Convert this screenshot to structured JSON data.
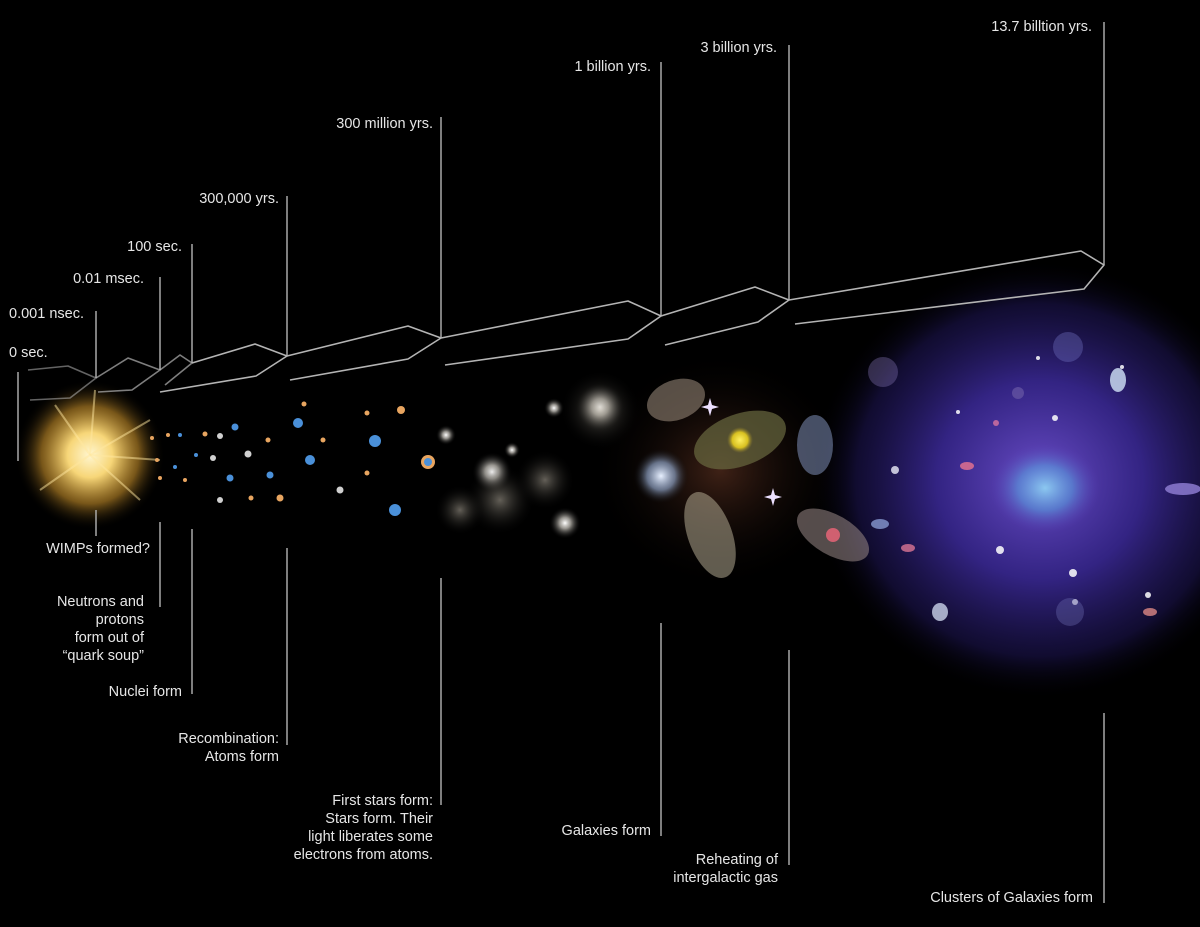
{
  "diagram": {
    "type": "timeline",
    "subject": "History of the Universe",
    "background_color": "#000000",
    "line_color": "#b4b4b4",
    "text_color": "#e6e6e6"
  },
  "time_markers": [
    {
      "id": "t0",
      "label": "0 sec."
    },
    {
      "id": "t1",
      "label": "0.001 nsec."
    },
    {
      "id": "t2",
      "label": "0.01 msec."
    },
    {
      "id": "t3",
      "label": "100 sec."
    },
    {
      "id": "t4",
      "label": "300,000 yrs."
    },
    {
      "id": "t5",
      "label": "300 million yrs."
    },
    {
      "id": "t6",
      "label": "1 billion yrs."
    },
    {
      "id": "t7",
      "label": "3 billion yrs."
    },
    {
      "id": "t8",
      "label": "13.7 billtion yrs."
    }
  ],
  "events": [
    {
      "id": "e1",
      "label": "WIMPs formed?"
    },
    {
      "id": "e2",
      "label": "Neutrons and\nprotons\nform out of\n“quark soup”"
    },
    {
      "id": "e3",
      "label": "Nuclei form"
    },
    {
      "id": "e4",
      "label": "Recombination:\nAtoms form"
    },
    {
      "id": "e5",
      "label": "First stars form:\nStars form. Their\nlight liberates some\nelectrons from atoms."
    },
    {
      "id": "e6",
      "label": "Galaxies form"
    },
    {
      "id": "e7",
      "label": "Reheating of\nintergalactic gas"
    },
    {
      "id": "e8",
      "label": "Clusters of Galaxies form"
    }
  ],
  "imagery": {
    "big_bang_color": "#f5c85a",
    "particle_colors": [
      "#e8a560",
      "#4a90d9",
      "#d0d0d0"
    ],
    "cluster_glow_color": "#5a3cb4",
    "cluster_core_color": "#5aa0dc",
    "star_color": "#e8d8ff"
  }
}
